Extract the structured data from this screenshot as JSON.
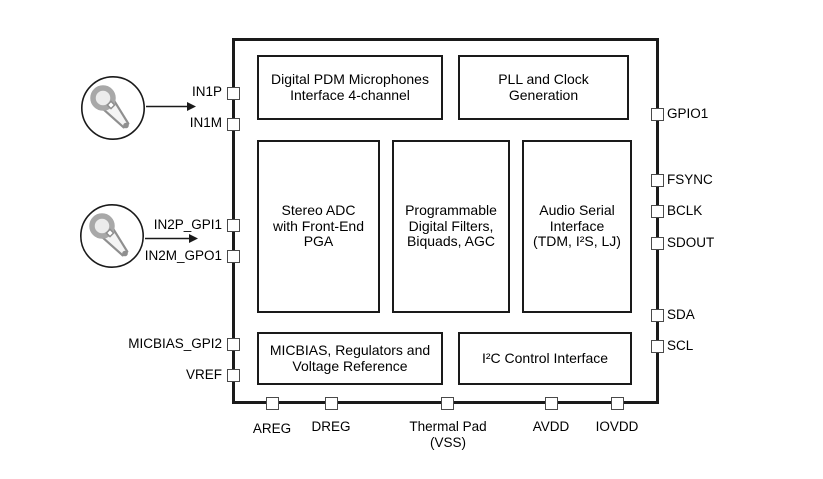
{
  "blocks": [
    {
      "name": "digital-pdm-interface",
      "lines": [
        "Digital PDM Microphones",
        "Interface 4-channel"
      ]
    },
    {
      "name": "pll-clock-generation",
      "lines": [
        "PLL and Clock",
        "Generation"
      ]
    },
    {
      "name": "stereo-adc-pga",
      "lines": [
        "Stereo ADC",
        "with Front-End",
        "PGA"
      ]
    },
    {
      "name": "programmable-filters",
      "lines": [
        "Programmable",
        "Digital Filters,",
        "Biquads, AGC"
      ]
    },
    {
      "name": "audio-serial-interface",
      "lines": [
        "Audio Serial",
        "Interface",
        "(TDM, I²S, LJ)"
      ]
    },
    {
      "name": "micbias-regulators",
      "lines": [
        "MICBIAS, Regulators and",
        "Voltage Reference"
      ]
    },
    {
      "name": "i2c-control-interface",
      "lines": [
        "I²C Control Interface"
      ]
    }
  ],
  "pins": {
    "left": [
      "IN1P",
      "IN1M",
      "IN2P_GPI1",
      "IN2M_GPO1",
      "MICBIAS_GPI2",
      "VREF"
    ],
    "right": [
      "GPIO1",
      "FSYNC",
      "BCLK",
      "SDOUT",
      "SDA",
      "SCL"
    ],
    "bottom": [
      "AREG",
      "DREG",
      "Thermal Pad",
      "AVDD",
      "IOVDD"
    ],
    "thermal_sublabel": "(VSS)"
  },
  "icons": {
    "mic1": "microphone-icon",
    "mic2": "microphone-icon"
  },
  "colors": {
    "line": "#1a1a1a",
    "pin_border": "#4a4a4a",
    "mic_gray": "#8f8f8f",
    "background": "#ffffff"
  }
}
